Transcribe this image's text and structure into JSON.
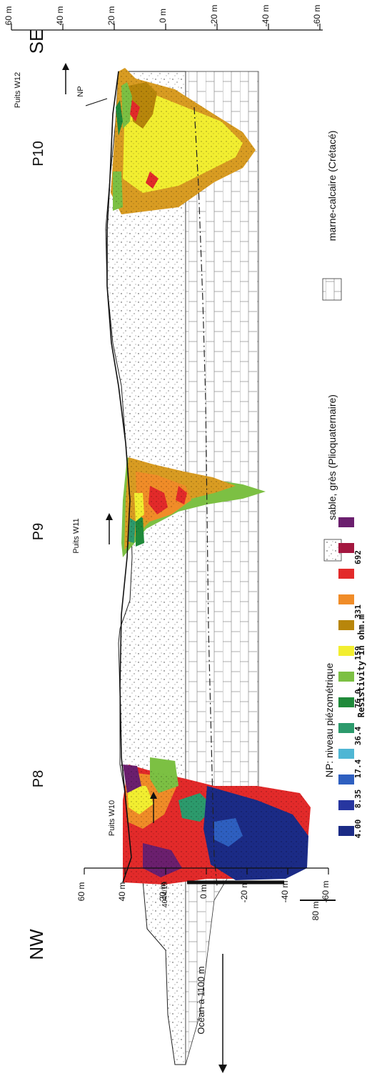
{
  "header": {
    "nw": "NW",
    "se": "SE"
  },
  "profiles": [
    "P8",
    "P9",
    "P10"
  ],
  "wells": [
    "Puits W10",
    "Puits W11",
    "Puits W12"
  ],
  "ocean_label": "Océan à 1100 m",
  "station_id": "4044/19",
  "np_marker": "NP",
  "scale_bar_label": "80 m",
  "left_axis": {
    "ticks": [
      "60 m",
      "40 m",
      "20 m",
      "0 m",
      "-20 m",
      "-40 m",
      "-60 m"
    ]
  },
  "right_axis": {
    "ticks": [
      "60 m",
      "40 m",
      "20 m",
      "0 m",
      "-20 m",
      "-40 m",
      "-60 m"
    ]
  },
  "legend": {
    "np": "NP: niveau piézométrique",
    "sand": "sable, grès (Plioquaternaire)",
    "marl": "marne-calcaire (Crétacé)",
    "resistivity_title": "Resistivity in ohm.m",
    "resistivity_labels": [
      "4.00",
      "8.35",
      "17.4",
      "36.4",
      "76.0",
      "159",
      "331",
      "692"
    ],
    "colors": [
      "#1b2b86",
      "#2736a0",
      "#2e5fc0",
      "#4fb6d4",
      "#2c9a6c",
      "#1f8a3a",
      "#7cc043",
      "#f2ee30",
      "#b8860b",
      "#f08c28",
      "#e32a2a",
      "#a3173f",
      "#6b1f6e"
    ]
  }
}
